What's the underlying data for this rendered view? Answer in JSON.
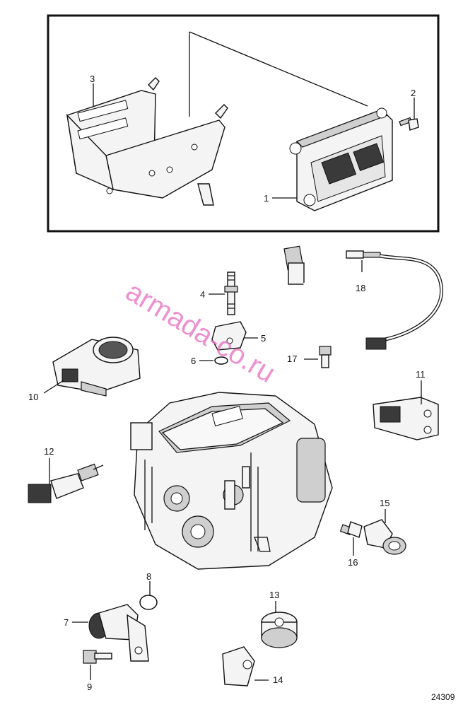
{
  "watermark": "armada-co.ru",
  "reference_number": "24309",
  "callouts": [
    {
      "id": "c1",
      "label": "1"
    },
    {
      "id": "c2",
      "label": "2"
    },
    {
      "id": "c3",
      "label": "3"
    },
    {
      "id": "c4",
      "label": "4"
    },
    {
      "id": "c5",
      "label": "5"
    },
    {
      "id": "c6",
      "label": "6"
    },
    {
      "id": "c7",
      "label": "7"
    },
    {
      "id": "c8",
      "label": "8"
    },
    {
      "id": "c9",
      "label": "9"
    },
    {
      "id": "c10",
      "label": "10"
    },
    {
      "id": "c11",
      "label": "11"
    },
    {
      "id": "c12",
      "label": "12"
    },
    {
      "id": "c13",
      "label": "13"
    },
    {
      "id": "c14",
      "label": "14"
    },
    {
      "id": "c15",
      "label": "15"
    },
    {
      "id": "c16",
      "label": "16"
    },
    {
      "id": "c17",
      "label": "17"
    },
    {
      "id": "c18",
      "label": "18"
    }
  ]
}
